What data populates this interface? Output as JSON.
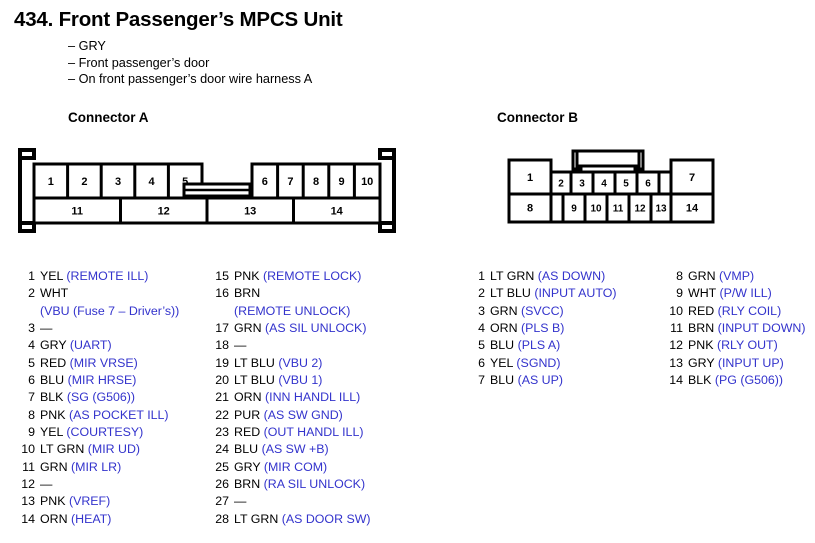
{
  "header": {
    "title": "434. Front Passenger’s MPCS Unit",
    "subtitles": [
      "– GRY",
      "– Front passenger’s door",
      "– On front passenger’s door wire harness A"
    ]
  },
  "colors": {
    "signal_blue": "#3333cc",
    "text_black": "#000000",
    "background": "#ffffff"
  },
  "connector_a": {
    "heading": "Connector A",
    "top_row_left": [
      "1",
      "2",
      "3",
      "4",
      "5"
    ],
    "top_row_right": [
      "6",
      "7",
      "8",
      "9",
      "10"
    ],
    "bottom_row": [
      "11",
      "12",
      "13",
      "14"
    ]
  },
  "connector_b": {
    "heading": "Connector B",
    "left_tall_pin": "1",
    "middle_row": [
      "2",
      "3",
      "4",
      "5",
      "6"
    ],
    "right_tall_pin": "7",
    "bottom_left_pin": "8",
    "bottom_row": [
      "9",
      "10",
      "11",
      "12",
      "13"
    ],
    "bottom_right_pin": "14"
  },
  "pin_lists": {
    "a_col1": [
      {
        "num": "1",
        "color": "YEL",
        "signal": "(REMOTE ILL)"
      },
      {
        "num": "2",
        "color": "WHT",
        "signal": "",
        "cont": "(VBU (Fuse 7 – Driver’s))"
      },
      {
        "num": "3",
        "color": "—",
        "signal": ""
      },
      {
        "num": "4",
        "color": "GRY",
        "signal": "(UART)"
      },
      {
        "num": "5",
        "color": "RED",
        "signal": "(MIR VRSE)"
      },
      {
        "num": "6",
        "color": "BLU",
        "signal": "(MIR HRSE)"
      },
      {
        "num": "7",
        "color": "BLK",
        "signal": "(SG (G506))"
      },
      {
        "num": "8",
        "color": "PNK",
        "signal": "(AS POCKET ILL)"
      },
      {
        "num": "9",
        "color": "YEL",
        "signal": "(COURTESY)"
      },
      {
        "num": "10",
        "color": "LT GRN",
        "signal": "(MIR UD)"
      },
      {
        "num": "11",
        "color": "GRN",
        "signal": "(MIR LR)"
      },
      {
        "num": "12",
        "color": "—",
        "signal": ""
      },
      {
        "num": "13",
        "color": "PNK",
        "signal": "(VREF)"
      },
      {
        "num": "14",
        "color": "ORN",
        "signal": "(HEAT)"
      }
    ],
    "a_col2": [
      {
        "num": "15",
        "color": "PNK",
        "signal": "(REMOTE LOCK)"
      },
      {
        "num": "16",
        "color": "BRN",
        "signal": "",
        "cont": "(REMOTE UNLOCK)"
      },
      {
        "num": "17",
        "color": "GRN",
        "signal": "(AS SIL UNLOCK)"
      },
      {
        "num": "18",
        "color": "—",
        "signal": ""
      },
      {
        "num": "19",
        "color": "LT BLU",
        "signal": "(VBU 2)"
      },
      {
        "num": "20",
        "color": "LT BLU",
        "signal": "(VBU 1)"
      },
      {
        "num": "21",
        "color": "ORN",
        "signal": "(INN HANDL ILL)"
      },
      {
        "num": "22",
        "color": "PUR",
        "signal": "(AS SW GND)"
      },
      {
        "num": "23",
        "color": "RED",
        "signal": "(OUT HANDL ILL)"
      },
      {
        "num": "24",
        "color": "BLU",
        "signal": "(AS SW +B)"
      },
      {
        "num": "25",
        "color": "GRY",
        "signal": "(MIR COM)"
      },
      {
        "num": "26",
        "color": "BRN",
        "signal": "(RA SIL UNLOCK)"
      },
      {
        "num": "27",
        "color": "—",
        "signal": ""
      },
      {
        "num": "28",
        "color": "LT GRN",
        "signal": "(AS DOOR SW)"
      }
    ],
    "b_col1": [
      {
        "num": "1",
        "color": "LT GRN",
        "signal": "(AS DOWN)"
      },
      {
        "num": "2",
        "color": "LT BLU",
        "signal": "(INPUT AUTO)"
      },
      {
        "num": "3",
        "color": "GRN",
        "signal": "(SVCC)"
      },
      {
        "num": "4",
        "color": "ORN",
        "signal": "(PLS B)"
      },
      {
        "num": "5",
        "color": "BLU",
        "signal": "(PLS A)"
      },
      {
        "num": "6",
        "color": "YEL",
        "signal": "(SGND)"
      },
      {
        "num": "7",
        "color": "BLU",
        "signal": "(AS UP)"
      }
    ],
    "b_col2": [
      {
        "num": "8",
        "color": "GRN",
        "signal": "(VMP)"
      },
      {
        "num": "9",
        "color": "WHT",
        "signal": "(P/W ILL)"
      },
      {
        "num": "10",
        "color": "RED",
        "signal": "(RLY COIL)"
      },
      {
        "num": "11",
        "color": "BRN",
        "signal": "(INPUT DOWN)"
      },
      {
        "num": "12",
        "color": "PNK",
        "signal": "(RLY OUT)"
      },
      {
        "num": "13",
        "color": "GRY",
        "signal": "(INPUT UP)"
      },
      {
        "num": "14",
        "color": "BLK",
        "signal": "(PG (G506))"
      }
    ]
  }
}
